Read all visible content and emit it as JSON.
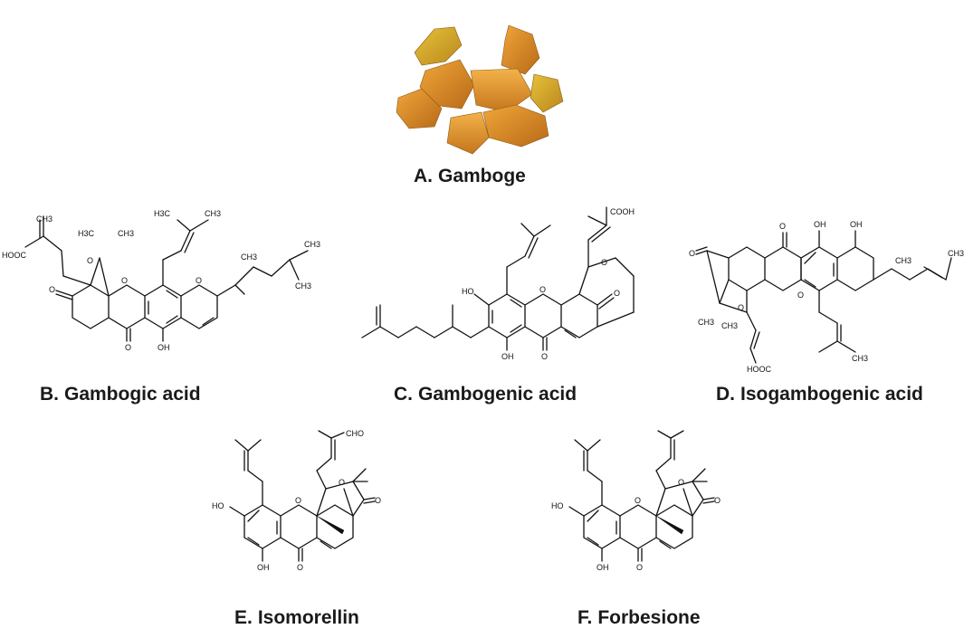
{
  "figure": {
    "panels": [
      {
        "id": "A",
        "letter": "A.",
        "name": "Gamboge",
        "kind": "photo"
      },
      {
        "id": "B",
        "letter": "B.",
        "name": "Gambogic acid",
        "kind": "structure",
        "atom_labels": [
          "HOOC",
          "CH3",
          "H3C",
          "CH3",
          "H3C",
          "CH3",
          "CH3",
          "O",
          "O",
          "O",
          "O",
          "O",
          "OH",
          "CH3",
          "CH3"
        ]
      },
      {
        "id": "C",
        "letter": "C.",
        "name": "Gambogenic acid",
        "kind": "structure",
        "atom_labels": [
          "COOH",
          "HO",
          "O",
          "O",
          "O",
          "OH",
          "O"
        ]
      },
      {
        "id": "D",
        "letter": "D.",
        "name": "Isogambogenic acid",
        "kind": "structure",
        "atom_labels": [
          "O",
          "OH",
          "OH",
          "O",
          "O",
          "O",
          "CH3",
          "CH3",
          "CH3",
          "CH3",
          "CH3",
          "HOOC"
        ]
      },
      {
        "id": "E",
        "letter": "E.",
        "name": "Isomorellin",
        "kind": "structure",
        "atom_labels": [
          "CHO",
          "HO",
          "O",
          "O",
          "O",
          "OH",
          "O"
        ]
      },
      {
        "id": "F",
        "letter": "F.",
        "name": "Forbesione",
        "kind": "structure",
        "atom_labels": [
          "HO",
          "O",
          "O",
          "O",
          "OH",
          "O"
        ]
      }
    ]
  }
}
